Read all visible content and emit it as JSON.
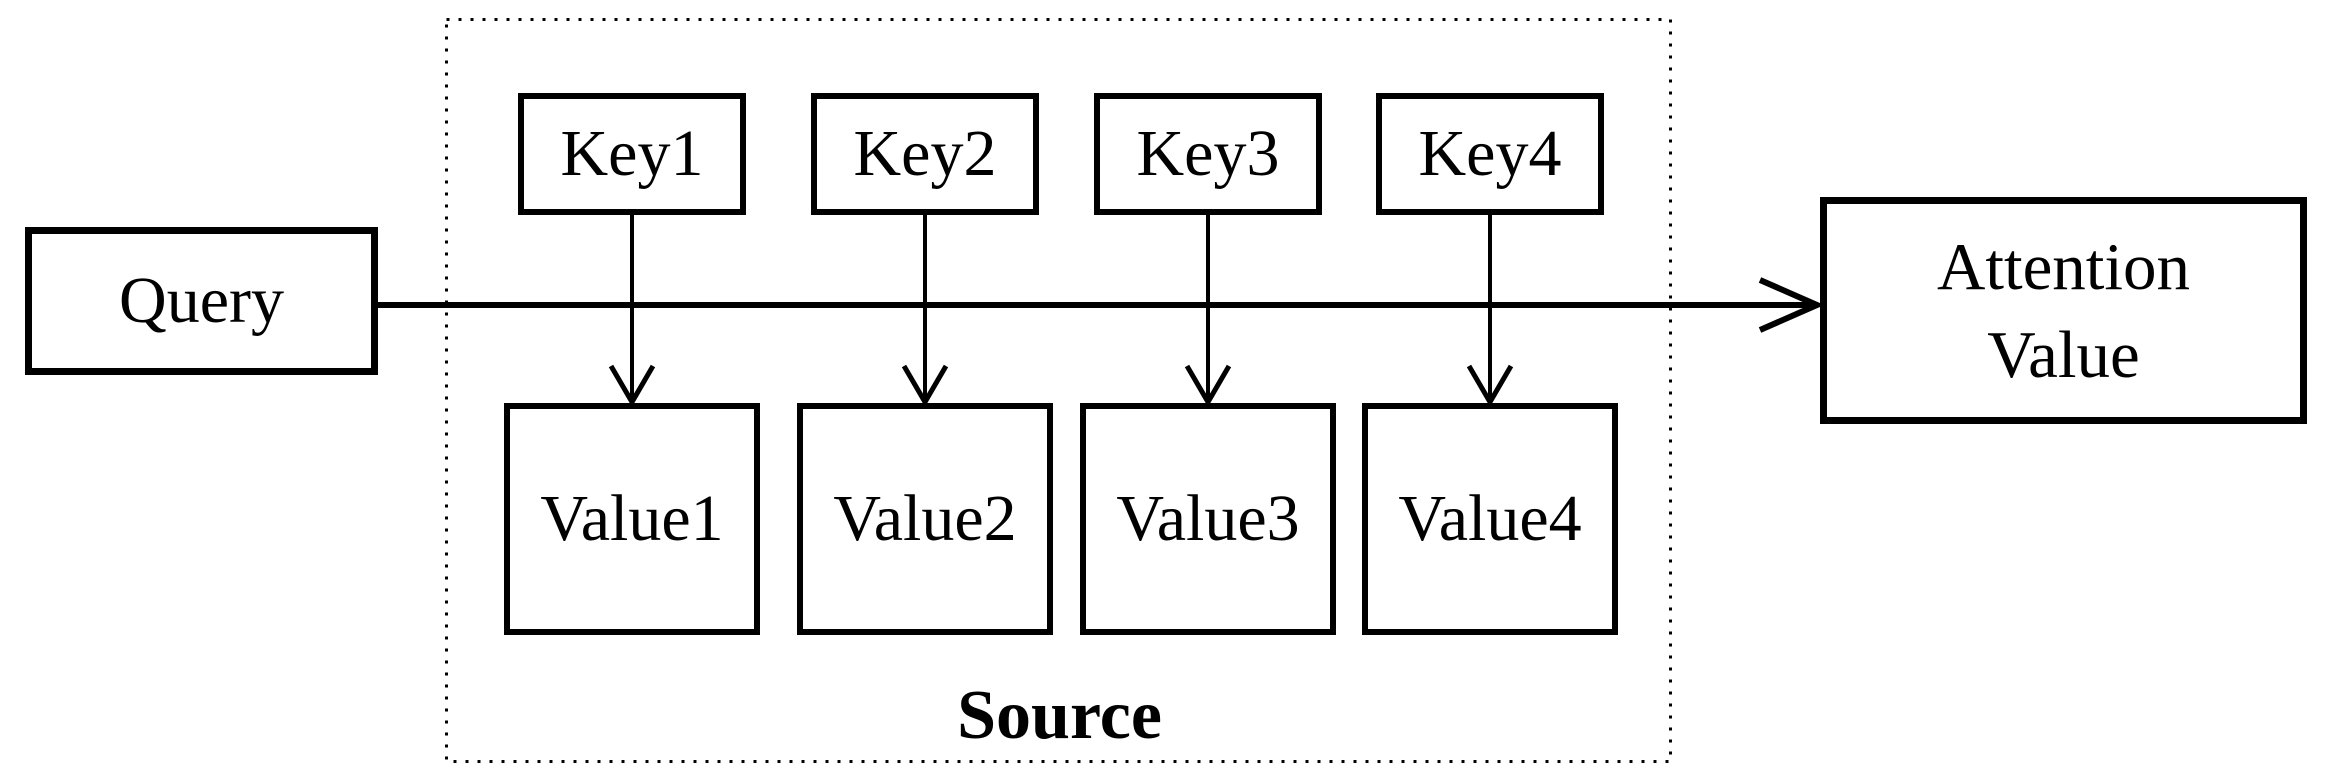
{
  "diagram": {
    "colors": {
      "background": "#ffffff",
      "stroke": "#000000",
      "text": "#000000"
    },
    "nodes": {
      "query": {
        "label": "Query"
      },
      "keys": [
        {
          "label": "Key1"
        },
        {
          "label": "Key2"
        },
        {
          "label": "Key3"
        },
        {
          "label": "Key4"
        }
      ],
      "values": [
        {
          "label": "Value1"
        },
        {
          "label": "Value2"
        },
        {
          "label": "Value3"
        },
        {
          "label": "Value4"
        }
      ],
      "attention_value": {
        "label_lines": [
          "Attention",
          "Value"
        ]
      },
      "source_group": {
        "label": "Source"
      }
    }
  }
}
